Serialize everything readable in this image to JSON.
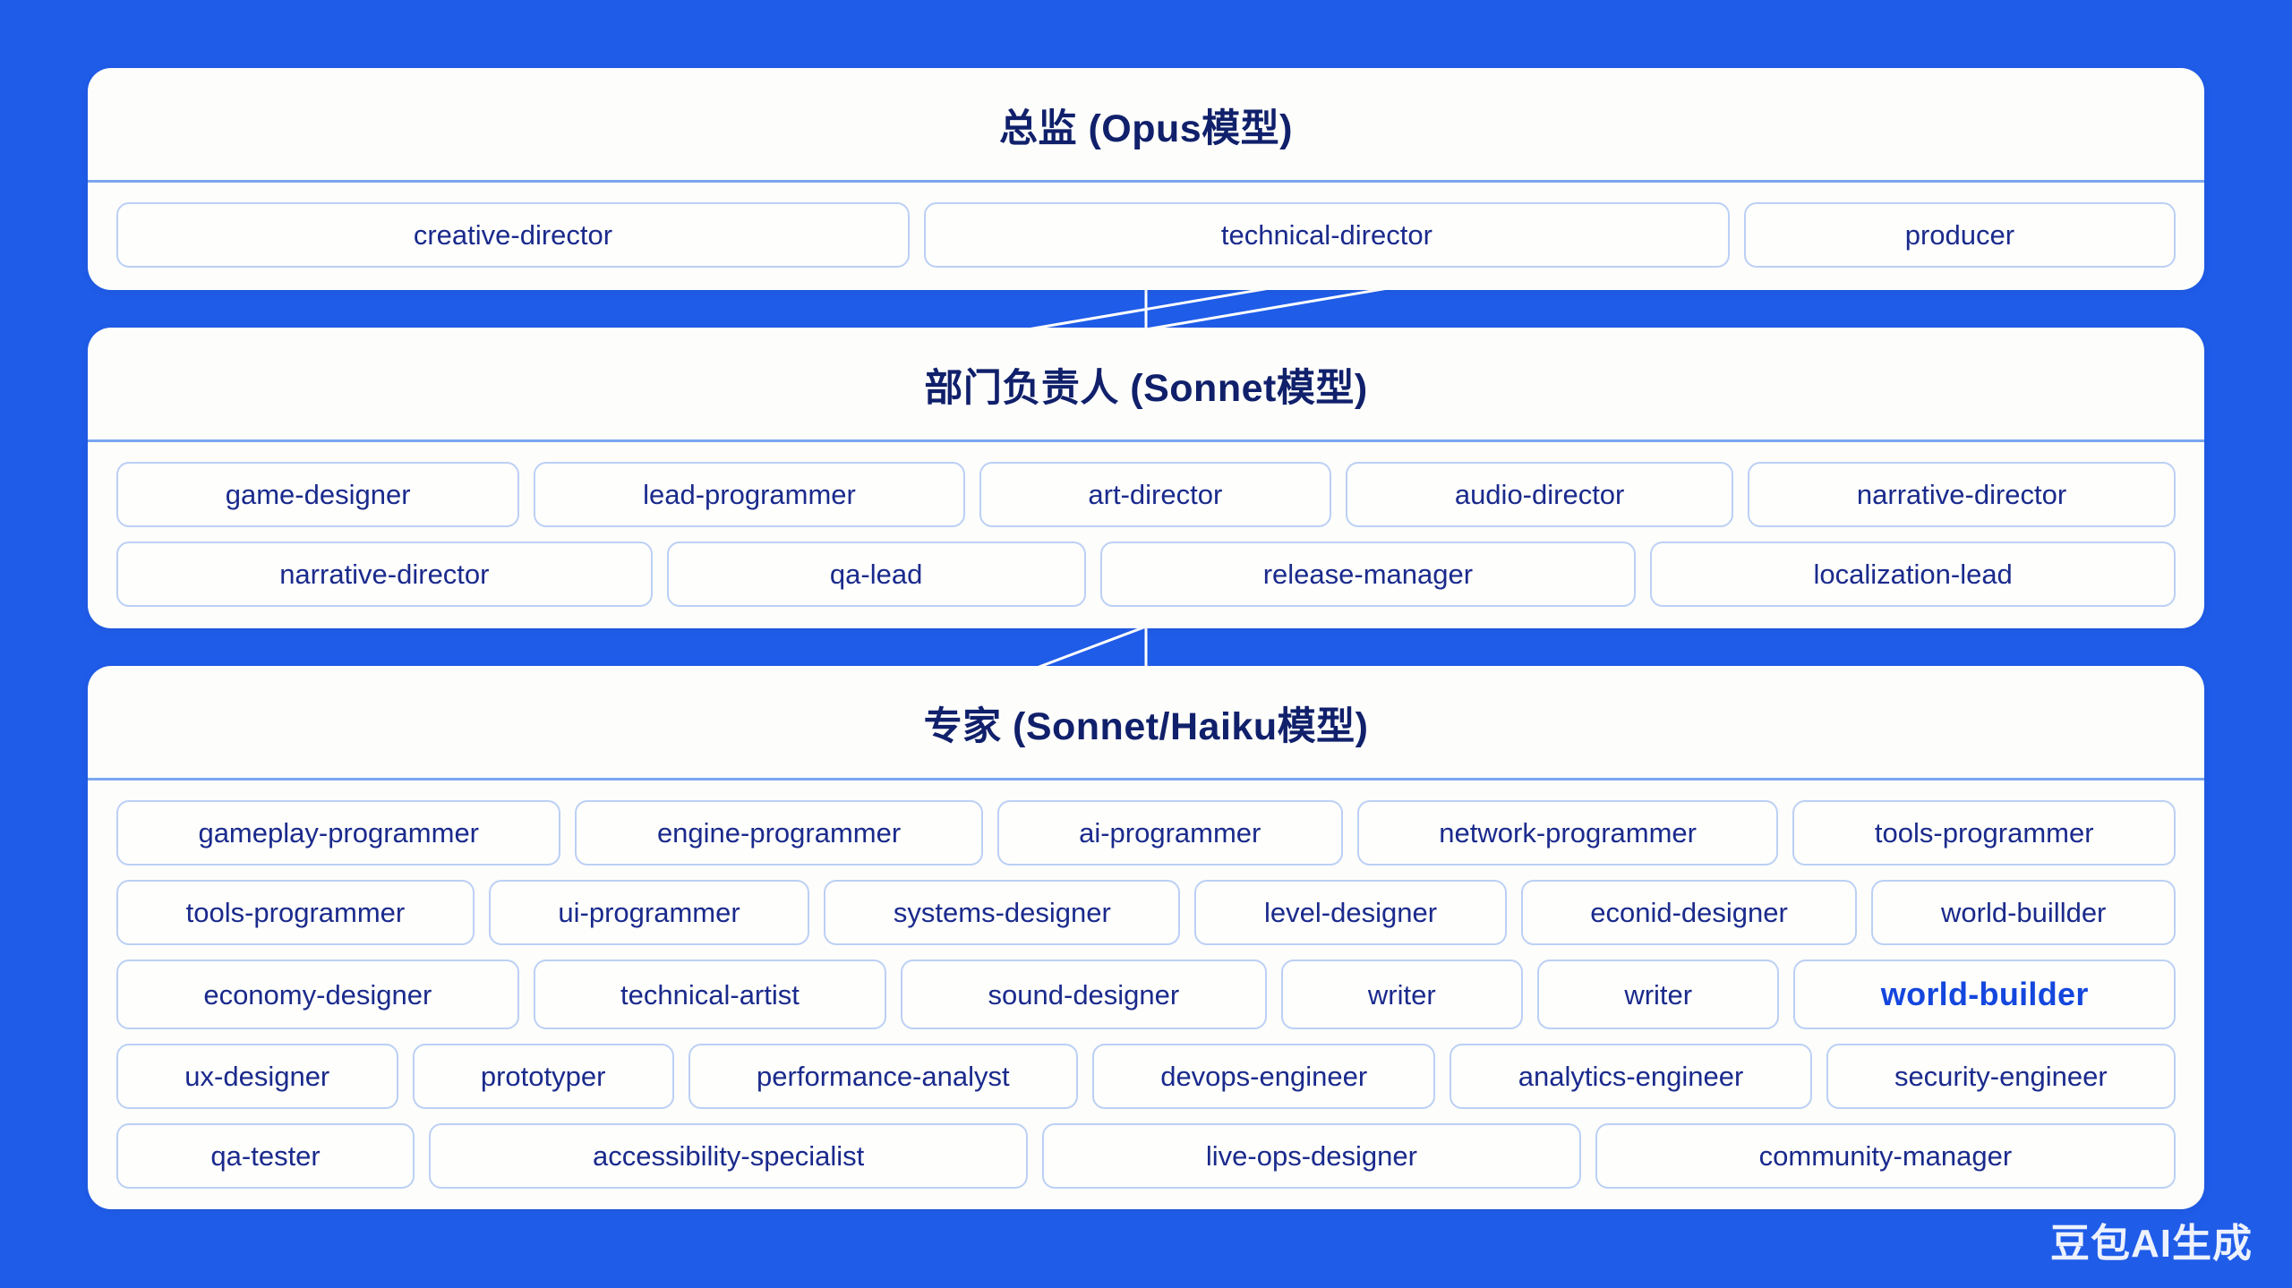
{
  "theme": {
    "background": "#1f5ce8",
    "card_background": "#fdfdfb",
    "chip_border": "#bcd0f5",
    "header_text": "#10206b",
    "chip_text": "#1a2a8c",
    "highlight_text": "#1447dd",
    "divider": "#7ba6f0",
    "connector": "#ffffff"
  },
  "tiers": [
    {
      "id": "director",
      "title": "总监 (Opus模型)",
      "rows": [
        [
          "creative-director",
          "technical-director",
          "producer"
        ]
      ]
    },
    {
      "id": "department-head",
      "title": "部门负责人 (Sonnet模型)",
      "rows": [
        [
          "game-designer",
          "lead-programmer",
          "art-director",
          "audio-director",
          "narrative-director"
        ],
        [
          "narrative-director",
          "qa-lead",
          "release-manager",
          "localization-lead"
        ]
      ]
    },
    {
      "id": "specialist",
      "title": "专家 (Sonnet/Haiku模型)",
      "rows": [
        [
          "gameplay-programmer",
          "engine-programmer",
          "ai-programmer",
          "network-programmer",
          "tools-programmer"
        ],
        [
          "tools-programmer",
          "ui-programmer",
          "systems-designer",
          "level-designer",
          "econid-designer",
          "world-buillder"
        ],
        [
          "economy-designer",
          "technical-artist",
          "sound-designer",
          "writer",
          "writer",
          "world-builder"
        ],
        [
          "ux-designer",
          "prototyper",
          "performance-analyst",
          "devops-engineer",
          "analytics-engineer",
          "security-engineer"
        ],
        [
          "qa-tester",
          "accessibility-specialist",
          "live-ops-designer",
          "community-manager"
        ]
      ],
      "highlighted": "world-builder"
    }
  ],
  "watermark": "豆包AI生成"
}
